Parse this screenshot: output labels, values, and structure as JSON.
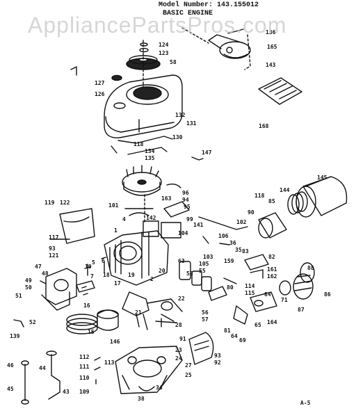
{
  "header": {
    "model_label": "Model Number: 143.155012",
    "section_title": "BASIC ENGINE",
    "watermark": "AppliancePartsPros.com"
  },
  "page_ref": "A-5",
  "callouts": [
    {
      "id": "c136",
      "label": "136"
    },
    {
      "id": "c165",
      "label": "165"
    },
    {
      "id": "c143",
      "label": "143"
    },
    {
      "id": "c124",
      "label": "124"
    },
    {
      "id": "c123",
      "label": "123"
    },
    {
      "id": "c58",
      "label": "58"
    },
    {
      "id": "c127",
      "label": "127"
    },
    {
      "id": "c126",
      "label": "126"
    },
    {
      "id": "c168",
      "label": "168"
    },
    {
      "id": "c132",
      "label": "132"
    },
    {
      "id": "c131",
      "label": "131"
    },
    {
      "id": "c130",
      "label": "130"
    },
    {
      "id": "c118a",
      "label": "118"
    },
    {
      "id": "c134",
      "label": "134"
    },
    {
      "id": "c135",
      "label": "135"
    },
    {
      "id": "c147",
      "label": "147"
    },
    {
      "id": "c145",
      "label": "145"
    },
    {
      "id": "c144",
      "label": "144"
    },
    {
      "id": "c118b",
      "label": "118"
    },
    {
      "id": "c85",
      "label": "85"
    },
    {
      "id": "c90",
      "label": "90"
    },
    {
      "id": "c96",
      "label": "96"
    },
    {
      "id": "c94",
      "label": "94"
    },
    {
      "id": "c95",
      "label": "95"
    },
    {
      "id": "c163",
      "label": "163"
    },
    {
      "id": "c101",
      "label": "101"
    },
    {
      "id": "c119",
      "label": "119"
    },
    {
      "id": "c122",
      "label": "122"
    },
    {
      "id": "c142",
      "label": "142"
    },
    {
      "id": "c4",
      "label": "4"
    },
    {
      "id": "c99",
      "label": "99"
    },
    {
      "id": "c141",
      "label": "141"
    },
    {
      "id": "c102",
      "label": "102"
    },
    {
      "id": "c117",
      "label": "117"
    },
    {
      "id": "c1",
      "label": "1"
    },
    {
      "id": "c104",
      "label": "104"
    },
    {
      "id": "c106",
      "label": "106"
    },
    {
      "id": "c36",
      "label": "36"
    },
    {
      "id": "c35",
      "label": "35"
    },
    {
      "id": "c93",
      "label": "93"
    },
    {
      "id": "c121",
      "label": "121"
    },
    {
      "id": "c103",
      "label": "103"
    },
    {
      "id": "c105",
      "label": "105"
    },
    {
      "id": "c159",
      "label": "159"
    },
    {
      "id": "c83",
      "label": "83"
    },
    {
      "id": "c82",
      "label": "82"
    },
    {
      "id": "c47",
      "label": "47"
    },
    {
      "id": "c10",
      "label": "10"
    },
    {
      "id": "c5",
      "label": "5"
    },
    {
      "id": "c6",
      "label": "6"
    },
    {
      "id": "c63",
      "label": "63"
    },
    {
      "id": "c20",
      "label": "20"
    },
    {
      "id": "c55",
      "label": "55"
    },
    {
      "id": "c53",
      "label": "53"
    },
    {
      "id": "c161",
      "label": "161"
    },
    {
      "id": "c162",
      "label": "162"
    },
    {
      "id": "c88",
      "label": "88"
    },
    {
      "id": "c48",
      "label": "48"
    },
    {
      "id": "c7",
      "label": "7"
    },
    {
      "id": "c18",
      "label": "18"
    },
    {
      "id": "c19",
      "label": "19"
    },
    {
      "id": "c2",
      "label": "2"
    },
    {
      "id": "c114",
      "label": "114"
    },
    {
      "id": "c115",
      "label": "115"
    },
    {
      "id": "c80",
      "label": "80"
    },
    {
      "id": "c84",
      "label": "84"
    },
    {
      "id": "c86",
      "label": "86"
    },
    {
      "id": "c50",
      "label": "50"
    },
    {
      "id": "c49",
      "label": "49"
    },
    {
      "id": "c51",
      "label": "51"
    },
    {
      "id": "c17",
      "label": "17"
    },
    {
      "id": "c22",
      "label": "22"
    },
    {
      "id": "c71",
      "label": "71"
    },
    {
      "id": "c87",
      "label": "87"
    },
    {
      "id": "c16",
      "label": "16"
    },
    {
      "id": "c21",
      "label": "21"
    },
    {
      "id": "c56",
      "label": "56"
    },
    {
      "id": "c57",
      "label": "57"
    },
    {
      "id": "c65",
      "label": "65"
    },
    {
      "id": "c164",
      "label": "164"
    },
    {
      "id": "c52",
      "label": "52"
    },
    {
      "id": "c15",
      "label": "15"
    },
    {
      "id": "c28",
      "label": "28"
    },
    {
      "id": "c81",
      "label": "81"
    },
    {
      "id": "c64",
      "label": "64"
    },
    {
      "id": "c139",
      "label": "139"
    },
    {
      "id": "c91",
      "label": "91"
    },
    {
      "id": "c69",
      "label": "69"
    },
    {
      "id": "c146",
      "label": "146"
    },
    {
      "id": "c23",
      "label": "23"
    },
    {
      "id": "c112",
      "label": "112"
    },
    {
      "id": "c113",
      "label": "113"
    },
    {
      "id": "c24",
      "label": "24"
    },
    {
      "id": "c111",
      "label": "111"
    },
    {
      "id": "c27",
      "label": "27"
    },
    {
      "id": "c25",
      "label": "25"
    },
    {
      "id": "c46",
      "label": "46"
    },
    {
      "id": "c44",
      "label": "44"
    },
    {
      "id": "c110",
      "label": "110"
    },
    {
      "id": "c109",
      "label": "109"
    },
    {
      "id": "c34",
      "label": "34"
    },
    {
      "id": "c92",
      "label": "92"
    },
    {
      "id": "c93b",
      "label": "93"
    },
    {
      "id": "c45",
      "label": "45"
    },
    {
      "id": "c43",
      "label": "43"
    },
    {
      "id": "c38",
      "label": "38"
    }
  ]
}
